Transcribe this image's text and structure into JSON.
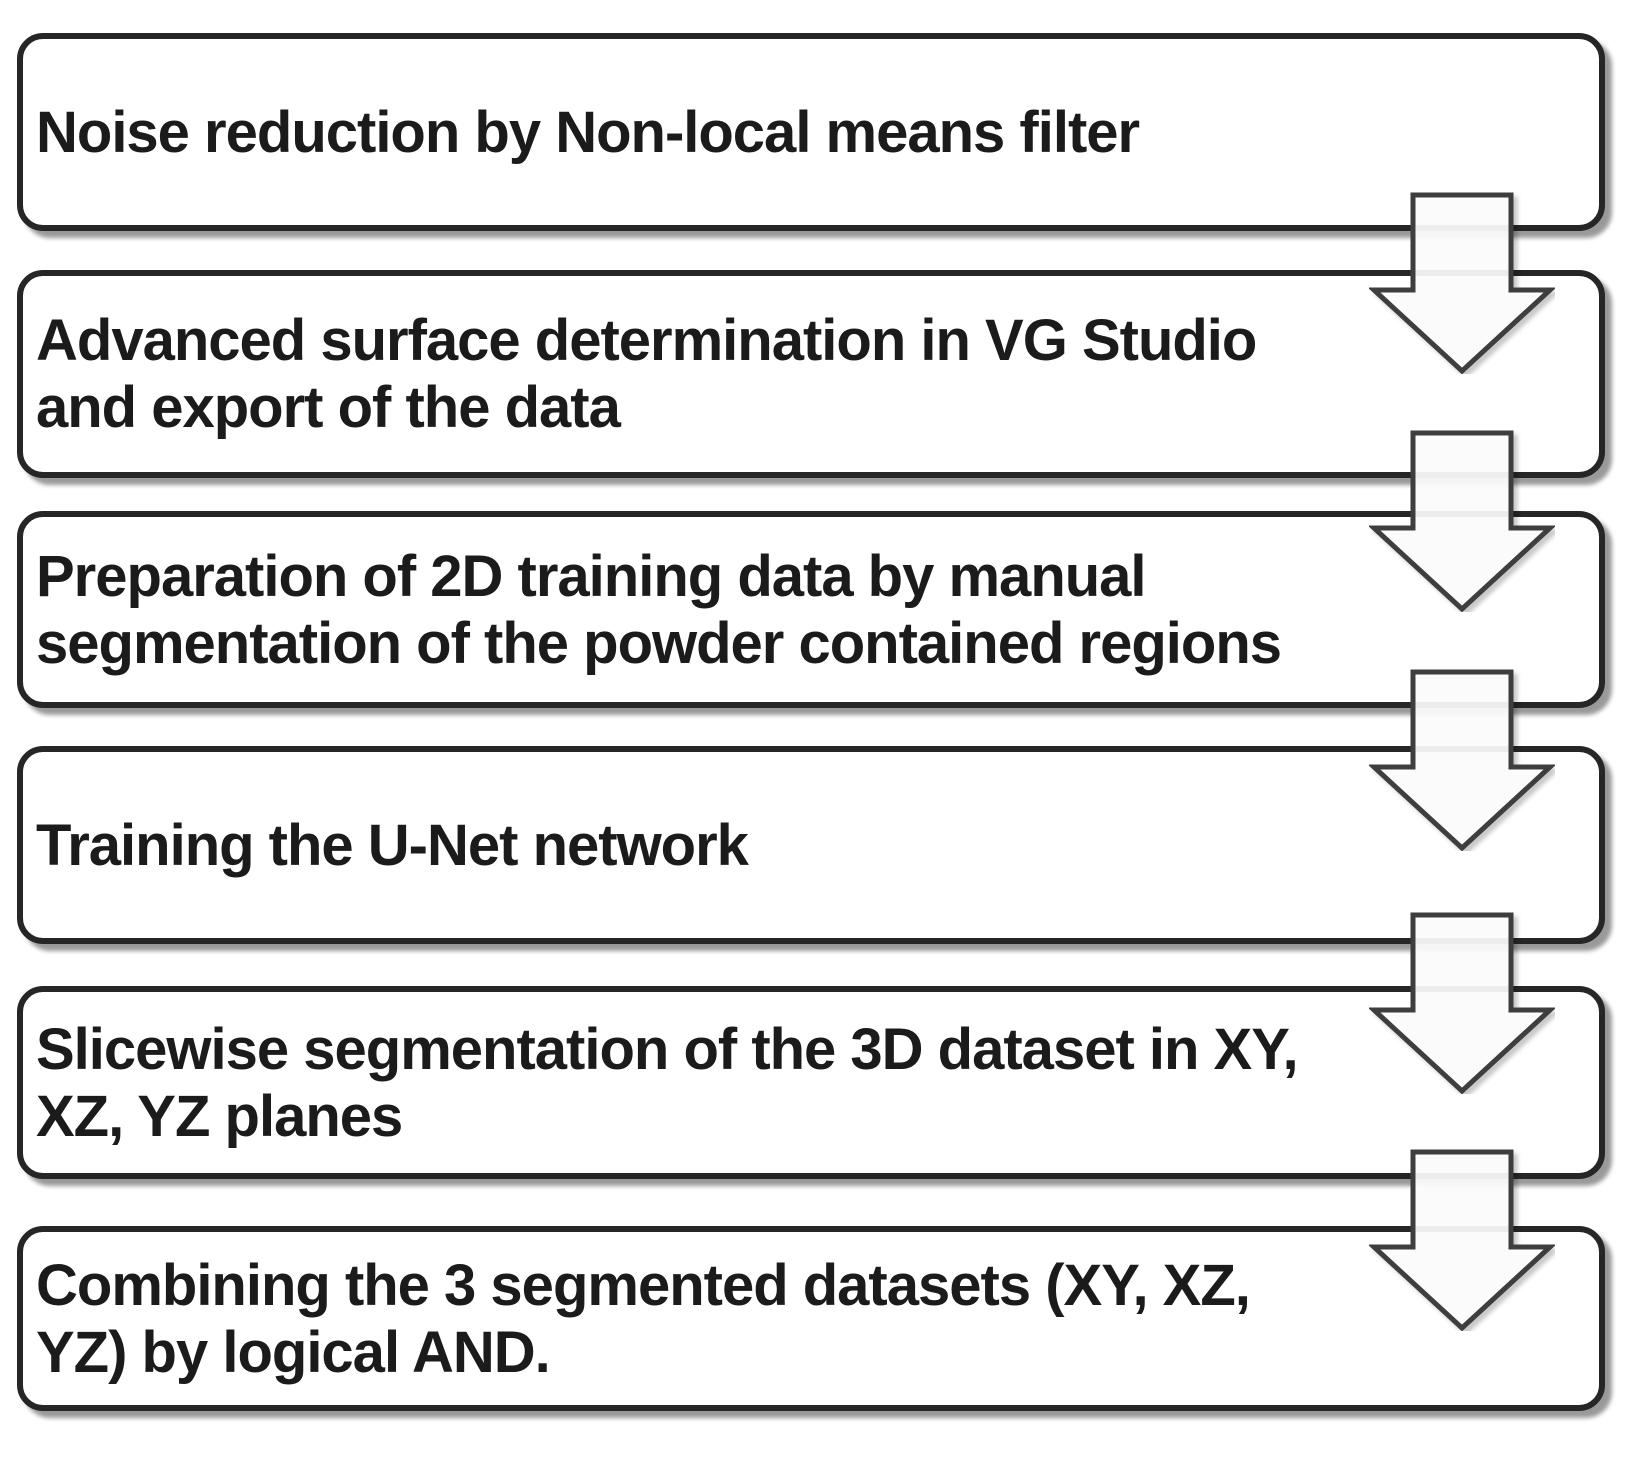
{
  "figure": {
    "type": "flowchart",
    "direction": "top-to-bottom",
    "connector_style": "block-arrow-down",
    "colors": {
      "background": "#ffffff",
      "box_fill": "#ffffff",
      "box_border": "#262626",
      "arrow_outline": "#3e3e3e",
      "arrow_fill": "#ffffff",
      "text": "#1b1b1b"
    },
    "steps": [
      {
        "id": 1,
        "lines": [
          "Noise reduction by Non-local means filter"
        ]
      },
      {
        "id": 2,
        "lines": [
          "Advanced surface determination in VG Studio",
          "and export of the data"
        ]
      },
      {
        "id": 3,
        "lines": [
          "Preparation of 2D training data by manual",
          "segmentation of the powder contained regions"
        ]
      },
      {
        "id": 4,
        "lines": [
          "Training the U-Net network"
        ]
      },
      {
        "id": 5,
        "lines": [
          "Slicewise segmentation of the 3D dataset in XY,",
          "XZ, YZ planes"
        ]
      },
      {
        "id": 6,
        "lines": [
          "Combining the 3 segmented datasets (XY, XZ,",
          "YZ) by logical AND."
        ]
      }
    ]
  }
}
